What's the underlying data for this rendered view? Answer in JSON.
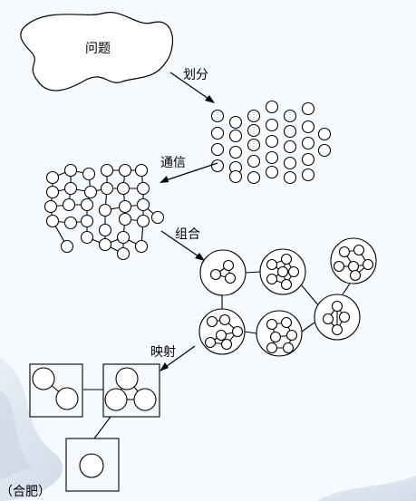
{
  "labels": {
    "problem": "问题",
    "partition": "划分",
    "communicate": "通信",
    "agglomerate": "组合",
    "mapping": "映射",
    "footer": "（合肥）"
  },
  "colors": {
    "stroke": "#000000",
    "node_fill": "#ffffff",
    "background": "#f6f9fd",
    "swirl": "#c9d4e3"
  }
}
